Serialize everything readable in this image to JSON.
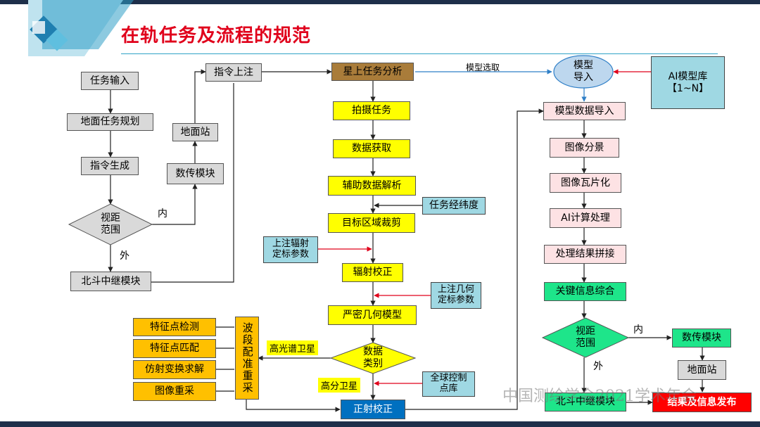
{
  "title": "在轨任务及流程的规范",
  "watermark": "中国测绘学会2021学术年会",
  "left": {
    "task_input": "任务输入",
    "ground_planning": "地面任务规划",
    "cmd_gen": "指令生成",
    "decision": "视距\n范围",
    "inner": "内",
    "outer": "外",
    "beidou": "北斗中继模块",
    "data_tx": "数传模块",
    "ground_station": "地面站",
    "cmd_upload": "指令上注"
  },
  "center": {
    "onboard_analysis": "星上任务分析",
    "model_select": "模型选取",
    "shoot": "拍摄任务",
    "acquire": "数据获取",
    "aux_parse": "辅助数据解析",
    "lat_lon": "任务经纬度",
    "roi_crop": "目标区域裁剪",
    "rad_params": "上注辐射\n定标参数",
    "rad_correct": "辐射校正",
    "geo_params": "上注几何\n定标参数",
    "rigorous_model": "严密几何模型",
    "data_type": "数据\n类别",
    "hyperspectral": "高光谱卫星",
    "high_res": "高分卫星",
    "gcp": "全球控制\n点库",
    "ortho": "正射校正",
    "band_reg": "波段配准重采",
    "feature_detect": "特征点检测",
    "feature_match": "特征点匹配",
    "affine": "仿射变换求解",
    "resample": "图像重采"
  },
  "right": {
    "model_import_ellipse": "模型\n导入",
    "ai_lib": "AI模型库\n【1~N】",
    "model_data_import": "模型数据导入",
    "scene_split": "图像分景",
    "tiling": "图像瓦片化",
    "ai_compute": "AI计算处理",
    "mosaic": "处理结果拼接",
    "key_info": "关键信息综合",
    "decision": "视距\n范围",
    "inner": "内",
    "outer": "外",
    "data_tx": "数传模块",
    "ground_station": "地面站",
    "beidou": "北斗中继模块",
    "publish": "结果及信息发布"
  }
}
